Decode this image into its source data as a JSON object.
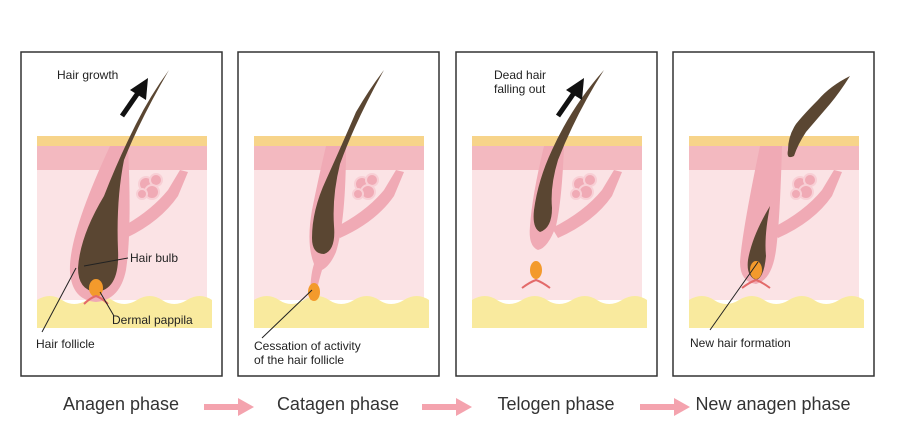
{
  "panels": [
    {
      "phase": "Anagen phase",
      "top_label": "Hair growth",
      "labels": {
        "bulb": "Hair bulb",
        "papilla": "Dermal pappila",
        "follicle": "Hair follicle"
      }
    },
    {
      "phase": "Catagen phase",
      "labels": {
        "cessation_line1": "Cessation of activity",
        "cessation_line2": "of the hair follicle"
      }
    },
    {
      "phase": "Telogen phase",
      "top_label_line1": "Dead hair",
      "top_label_line2": "falling out"
    },
    {
      "phase": "New anagen phase",
      "labels": {
        "new_hair": "New hair formation"
      }
    }
  ],
  "colors": {
    "epidermis_top": "#f7d48a",
    "epidermis": "#f3b9c0",
    "dermis": "#fbe3e5",
    "fat_layer": "#f9ea9e",
    "hair": "#5a4632",
    "follicle": "#f0aab5",
    "papilla": "#f39a2c",
    "transition_arrow": "#f4a3ae"
  }
}
